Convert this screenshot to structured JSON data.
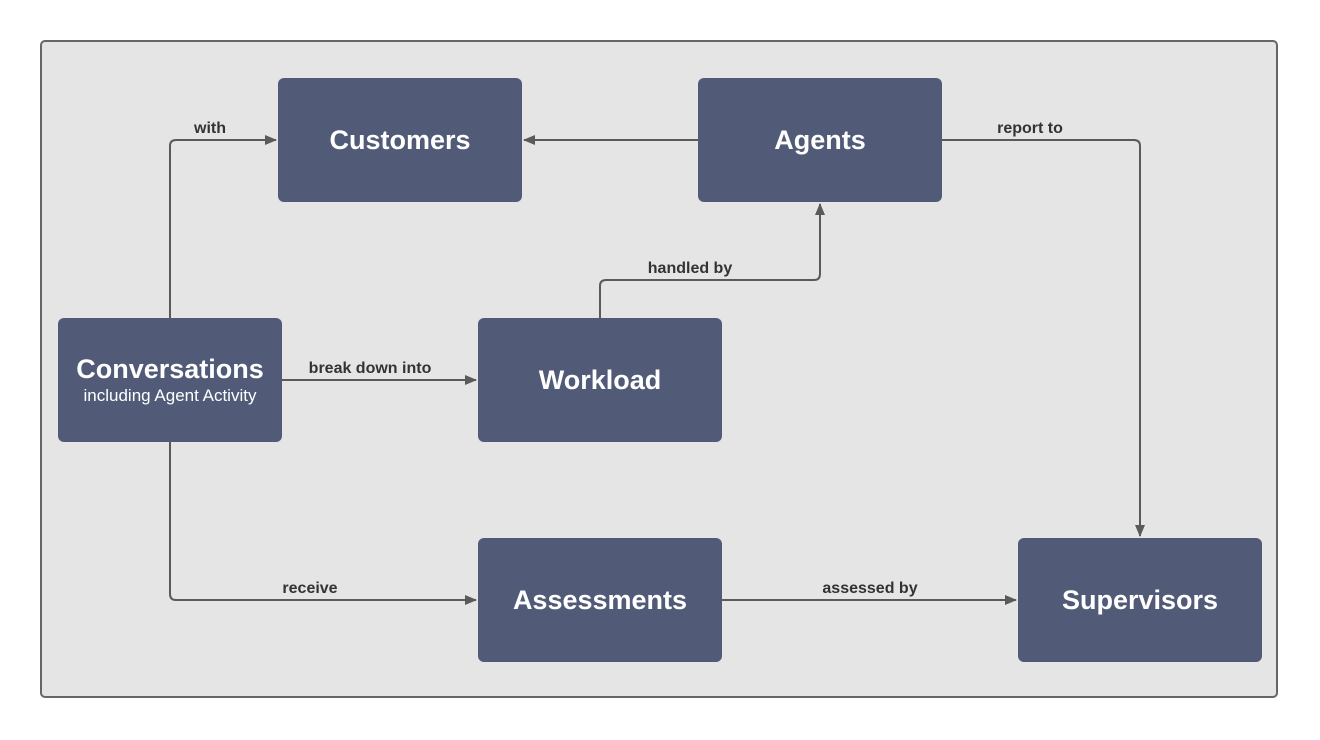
{
  "nodes": {
    "customers": {
      "title": "Customers"
    },
    "agents": {
      "title": "Agents"
    },
    "conversations": {
      "title": "Conversations",
      "subtitle": "including Agent Activity"
    },
    "workload": {
      "title": "Workload"
    },
    "assessments": {
      "title": "Assessments"
    },
    "supervisors": {
      "title": "Supervisors"
    }
  },
  "edges": {
    "with": "with",
    "report_to": "report to",
    "handled_by": "handled by",
    "break_down_into": "break down into",
    "receive": "receive",
    "assessed_by": "assessed by"
  },
  "colors": {
    "node_fill": "#515b78",
    "node_text": "#ffffff",
    "canvas_fill": "#e5e5e5",
    "frame_border": "#666666",
    "connector": "#5a5a5a",
    "label_text": "#333333"
  }
}
